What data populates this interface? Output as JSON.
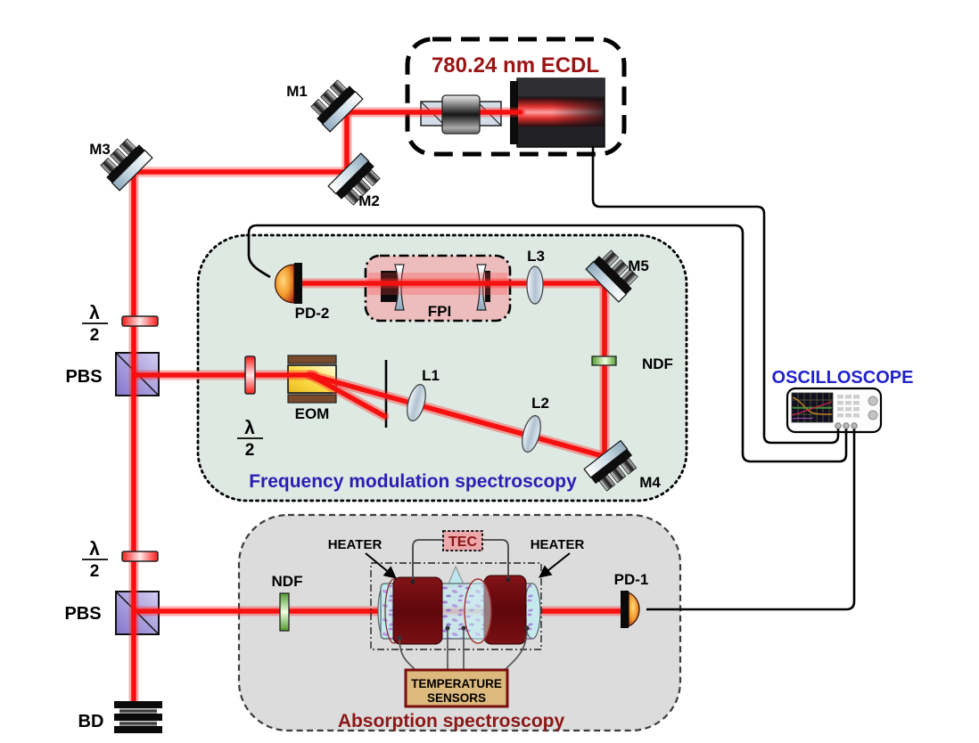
{
  "ecdl": {
    "label": "780.24 nm ECDL"
  },
  "mirrors": {
    "m1": "M1",
    "m2": "M2",
    "m3": "M3",
    "m4": "M4",
    "m5": "M5"
  },
  "lenses": {
    "l1": "L1",
    "l2": "L2",
    "l3": "L3"
  },
  "waveplate": {
    "numerator": "λ",
    "denominator": "2"
  },
  "pbs": {
    "label": "PBS"
  },
  "bd": {
    "label": "BD"
  },
  "ndf": {
    "label": "NDF"
  },
  "eom": {
    "label": "EOM"
  },
  "fpi": {
    "label": "FPI"
  },
  "detectors": {
    "pd1": "PD-1",
    "pd2": "PD-2"
  },
  "oscilloscope": {
    "label": "OSCILLOSCOPE"
  },
  "sections": {
    "fms": "Frequency modulation spectroscopy",
    "absorption": "Absorption spectroscopy"
  },
  "heaters": {
    "left": "HEATER",
    "right": "HEATER"
  },
  "tec": {
    "label": "TEC"
  },
  "temperature_sensors": {
    "line1": "TEMPERATURE",
    "line2": "SENSORS"
  },
  "colors": {
    "beam_red": "#f61111",
    "ecdl_label_red": "#9b1414",
    "fms_label_blue": "#2a1db5",
    "absorption_label_red": "#8b1717",
    "oscilloscope_label_blue": "#2222cc",
    "fms_box_fill": "#dde9e2",
    "absorption_box_fill": "#dcdcdc",
    "fpi_box_fill": "#edbdbd",
    "tec_fill": "#eba9ac",
    "heater_maroon": "#6b0a10",
    "cell_cyan": "#c5e9ed",
    "sensors_tan": "#dcb97c",
    "pbs_purple": "#8474cc",
    "ndf_green": "#5a9e2f"
  }
}
